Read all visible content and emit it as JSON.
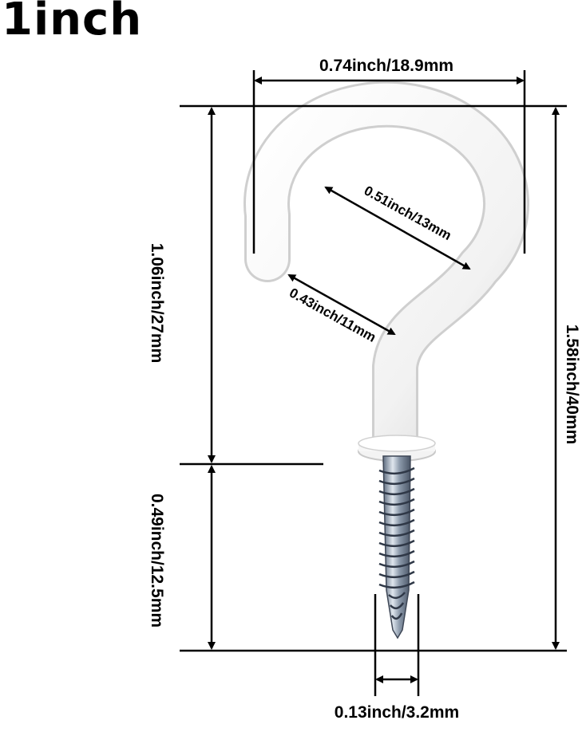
{
  "title": "1inch",
  "dimensions": {
    "top_width": "0.74inch/18.9mm",
    "inner_diameter": "0.51inch/13mm",
    "opening": "0.43inch/11mm",
    "hook_height": "1.06inch/27mm",
    "screw_length": "0.49inch/12.5mm",
    "total_height": "1.58inch/40mm",
    "screw_diameter": "0.13inch/3.2mm"
  },
  "colors": {
    "hook": "#f6f6f6",
    "hook_edge": "#d8d8d8",
    "screw": "#9aa6b4",
    "lines": "#000000"
  }
}
